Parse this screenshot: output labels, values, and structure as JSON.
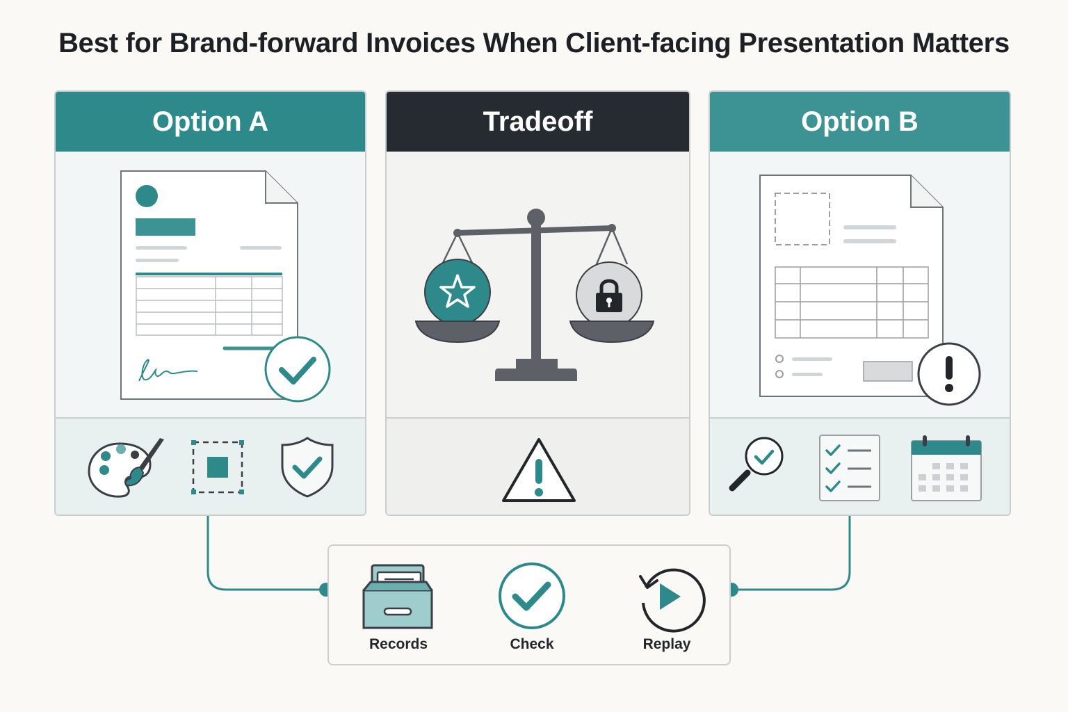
{
  "title": "Best for Brand-forward Invoices When Client-facing Presentation Matters",
  "panels": {
    "option_a": {
      "header": "Option A"
    },
    "tradeoff": {
      "header": "Tradeoff"
    },
    "option_b": {
      "header": "Option B"
    }
  },
  "bottom": {
    "items": [
      {
        "label": "Records",
        "icon": "file-drawer-icon"
      },
      {
        "label": "Check",
        "icon": "check-circle-icon"
      },
      {
        "label": "Replay",
        "icon": "replay-icon"
      }
    ]
  },
  "colors": {
    "teal": "#2e8a8a",
    "teal_light": "#3d9393",
    "dark": "#262a31",
    "gray": "#5d6167",
    "background": "#fbf9f5"
  }
}
